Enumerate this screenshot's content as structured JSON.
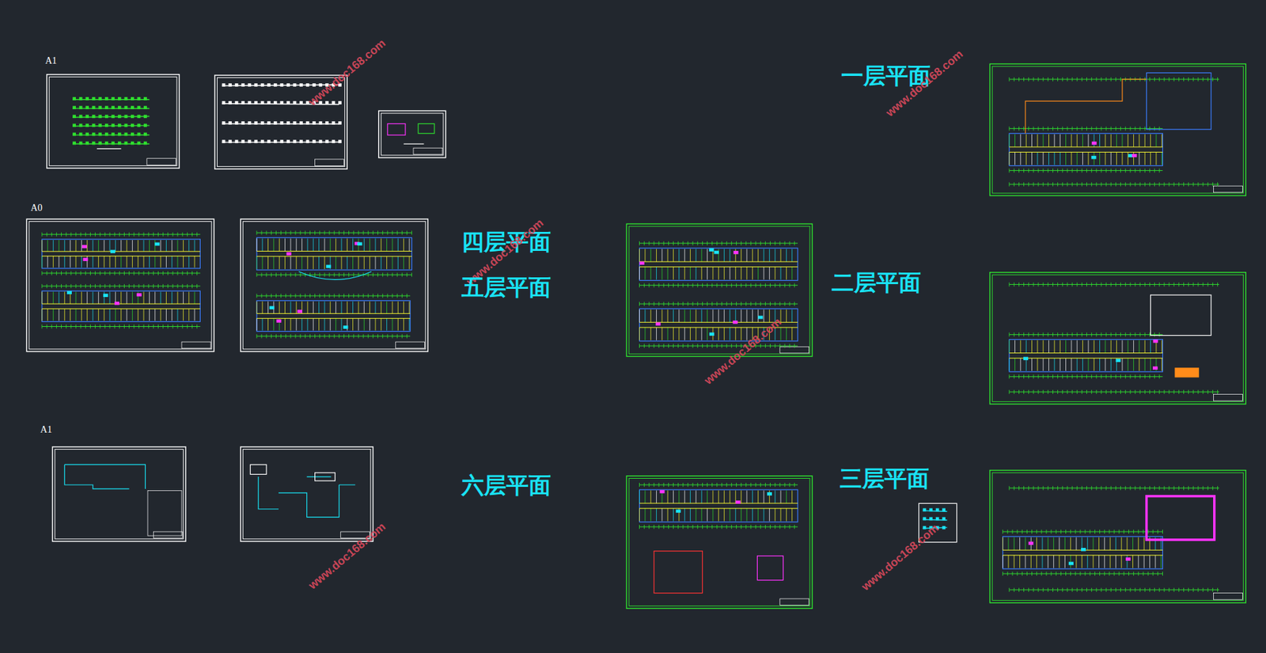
{
  "diagram": {
    "labels": [
      "A1",
      "www.doc168.com",
      "一层平面",
      "www.doc168.com",
      "A0",
      "四层平面",
      "www.doc168.com",
      "五层平面",
      "二层平面",
      "www.doc168.com",
      "A1",
      "六层平面",
      "三层平面",
      "www.doc168.com",
      "www.doc168.com"
    ]
  }
}
